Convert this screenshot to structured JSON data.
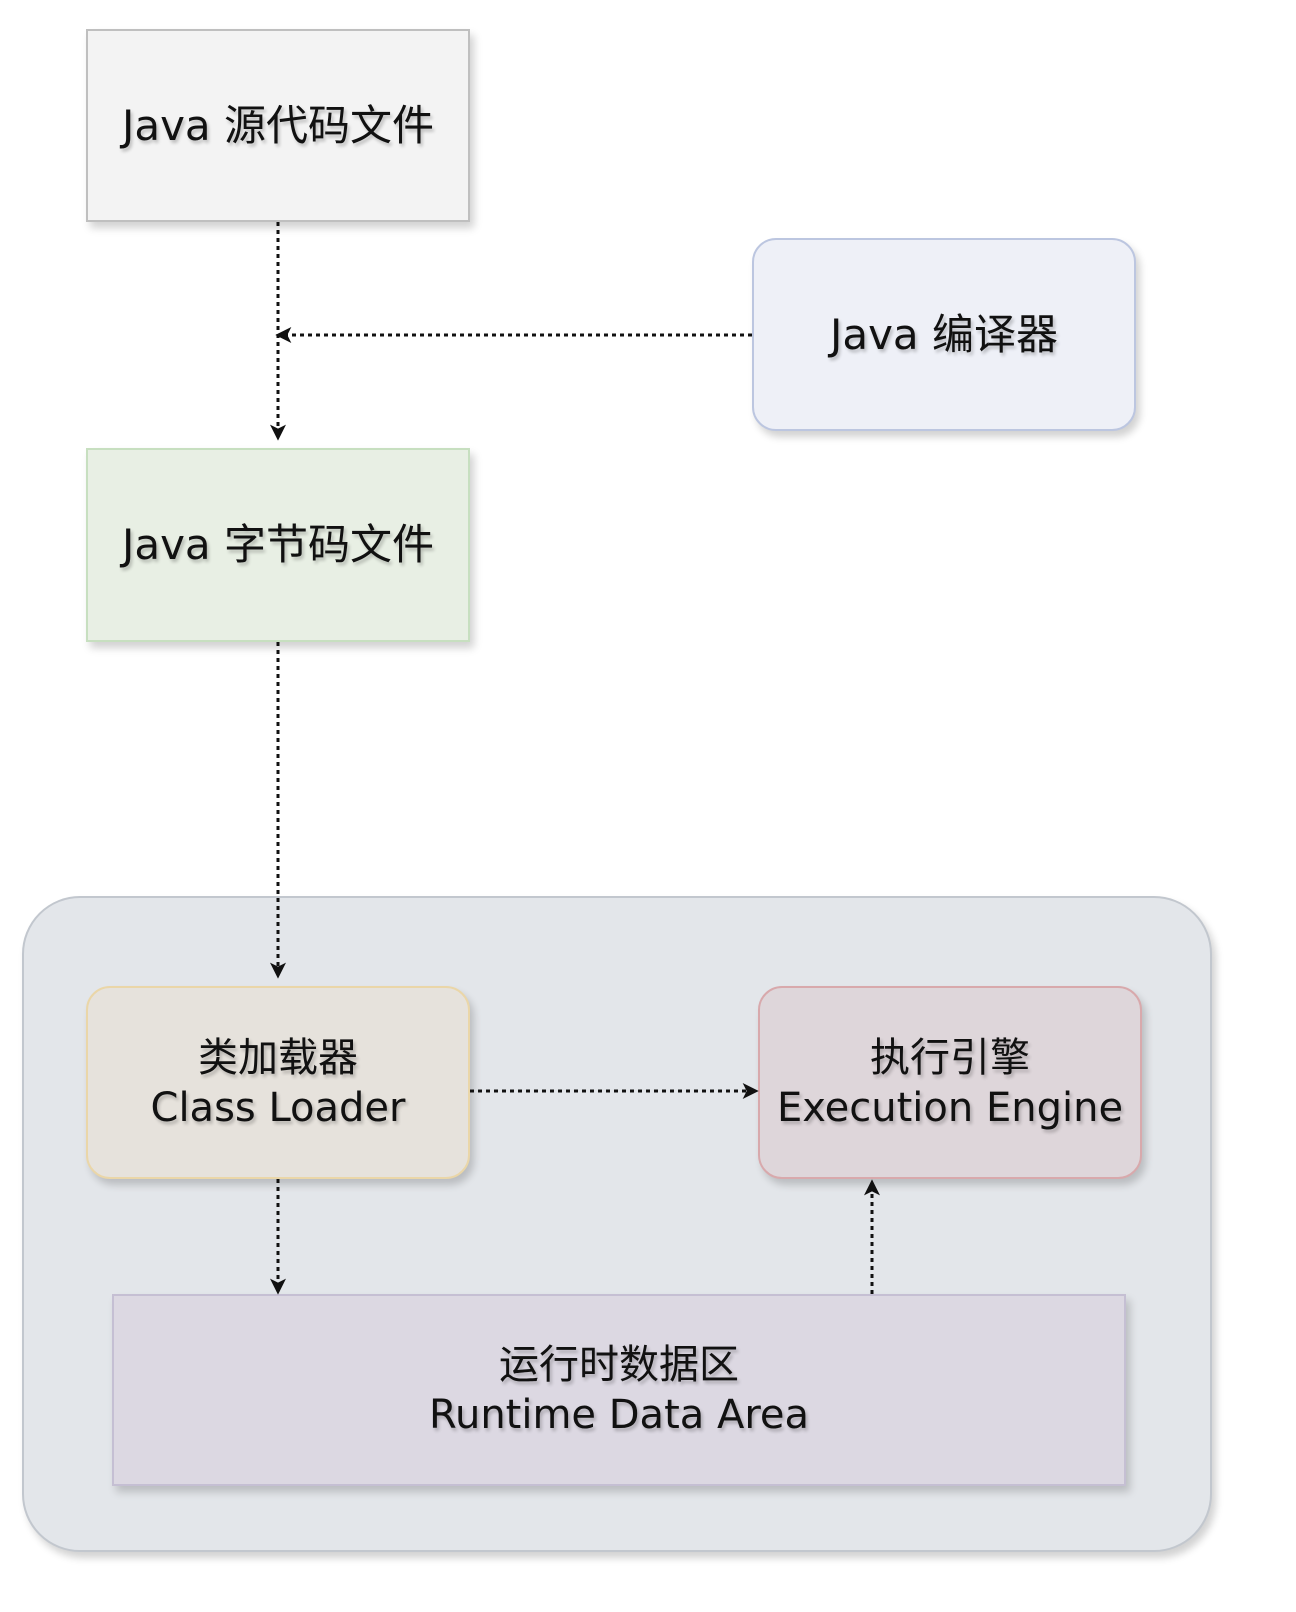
{
  "nodes": {
    "source_file": {
      "label": "Java 源代码文件"
    },
    "compiler": {
      "label": "Java 编译器"
    },
    "bytecode_file": {
      "label": "Java 字节码文件"
    },
    "class_loader": {
      "label_zh": "类加载器",
      "label_en": "Class Loader"
    },
    "execution_engine": {
      "label_zh": "执行引擎",
      "label_en": "Execution Engine"
    },
    "runtime_data_area": {
      "label_zh": "运行时数据区",
      "label_en": "Runtime Data Area"
    }
  },
  "edges": [
    {
      "from": "Java 源代码文件",
      "to": "Java 字节码文件",
      "style": "dotted"
    },
    {
      "from": "Java 编译器",
      "to": "Java 源代码文件 → Java 字节码文件",
      "style": "dotted"
    },
    {
      "from": "Java 字节码文件",
      "to": "类加载器",
      "style": "dotted"
    },
    {
      "from": "类加载器",
      "to": "执行引擎",
      "style": "dotted"
    },
    {
      "from": "类加载器",
      "to": "运行时数据区",
      "style": "dotted"
    },
    {
      "from": "运行时数据区",
      "to": "执行引擎",
      "style": "dotted"
    }
  ],
  "colors": {
    "source_fill": "#f3f3f3",
    "compiler_fill": "#eef0f7",
    "bytecode_fill": "#e8efe4",
    "jvm_fill": "#e3e6ea",
    "class_loader_fill": "#e6e2dc",
    "execution_engine_fill": "#ded6da",
    "runtime_fill": "#dcd8e2",
    "edge_color": "#111111"
  }
}
